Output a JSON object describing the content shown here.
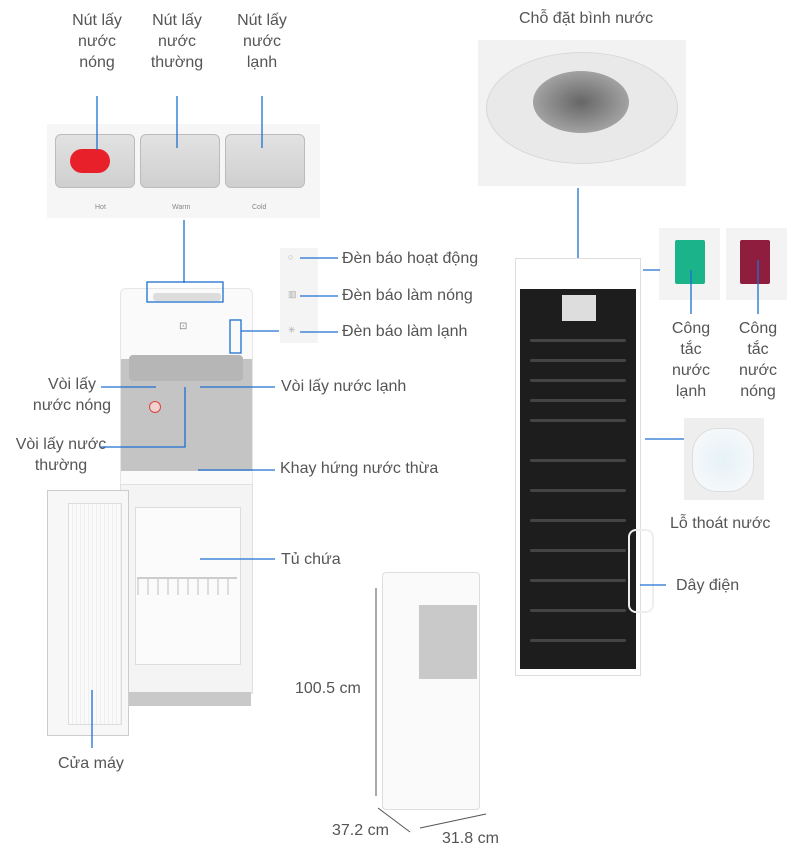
{
  "labels": {
    "hot_button": "Nút lấy nước nóng",
    "warm_button": "Nút lấy nước thường",
    "cold_button": "Nút lấy nước lạnh",
    "bottle_seat": "Chỗ đặt bình nước",
    "power_light": "Đèn báo hoạt động",
    "heating_light": "Đèn báo làm nóng",
    "cooling_light": "Đèn báo làm lạnh",
    "hot_tap": "Vòi lấy nước nóng",
    "cold_tap": "Vòi lấy nước lạnh",
    "warm_tap": "Vòi lấy nước thường",
    "drip_tray": "Khay hứng nước thừa",
    "cabinet": "Tủ chứa",
    "door": "Cửa máy",
    "cold_switch": "Công tắc nước lạnh",
    "hot_switch": "Công tắc nước nóng",
    "drain": "Lỗ thoát nước",
    "power_cord": "Dây điện"
  },
  "panel_text": {
    "hot": "Hot",
    "warm": "Warm",
    "cold": "Cold"
  },
  "dimensions": {
    "height": "100.5 cm",
    "depth": "37.2 cm",
    "width": "31.8 cm"
  },
  "colors": {
    "line": "#1e6fd0",
    "hot": "#e8202a",
    "cold_switch": "#1bb38a",
    "hot_switch": "#8e1d3e"
  }
}
